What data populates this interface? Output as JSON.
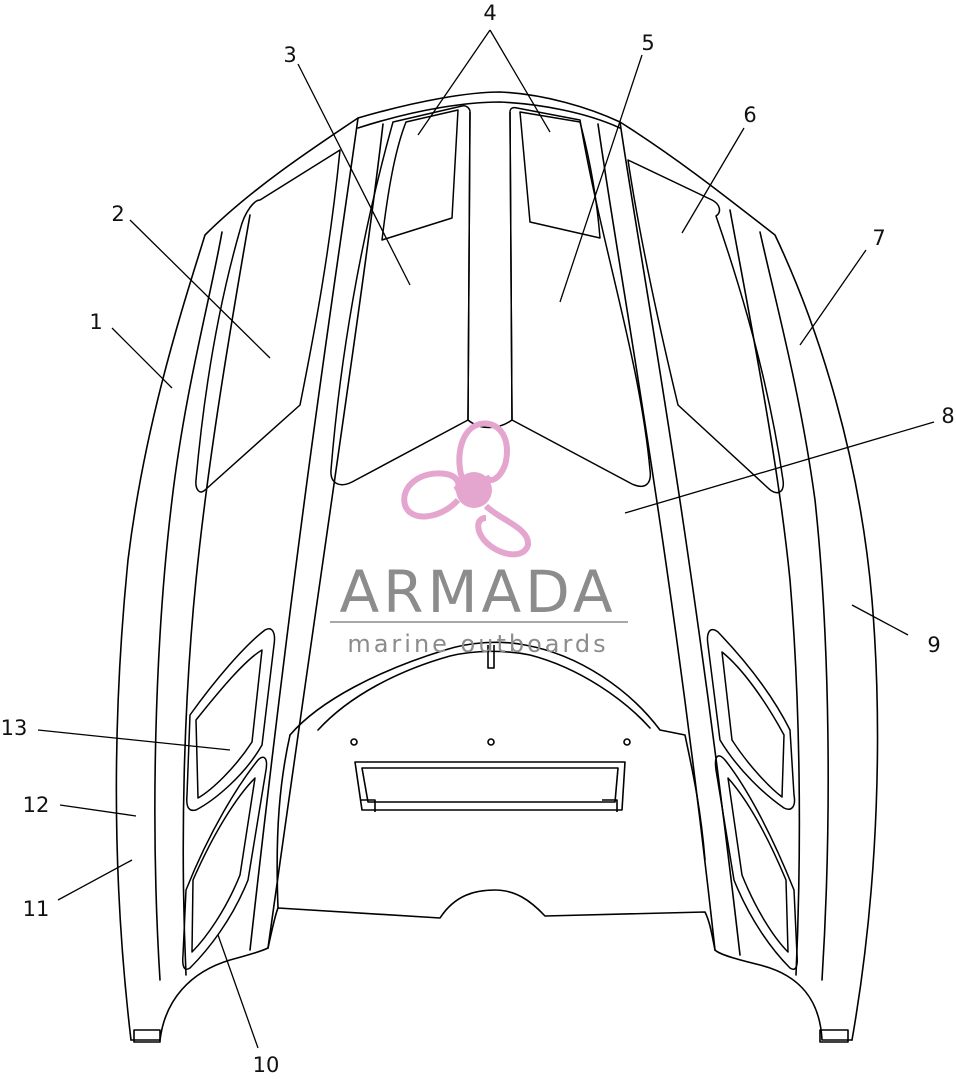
{
  "callouts": [
    "1",
    "2",
    "3",
    "4",
    "5",
    "6",
    "7",
    "8",
    "9",
    "10",
    "11",
    "12",
    "13"
  ],
  "watermark": {
    "name": "ARMADA",
    "tagline": "marine outboards",
    "text_color": "#8c8c8c",
    "logo_color": "#e4a6cf"
  },
  "colors": {
    "line": "#000000",
    "background": "#ffffff"
  }
}
